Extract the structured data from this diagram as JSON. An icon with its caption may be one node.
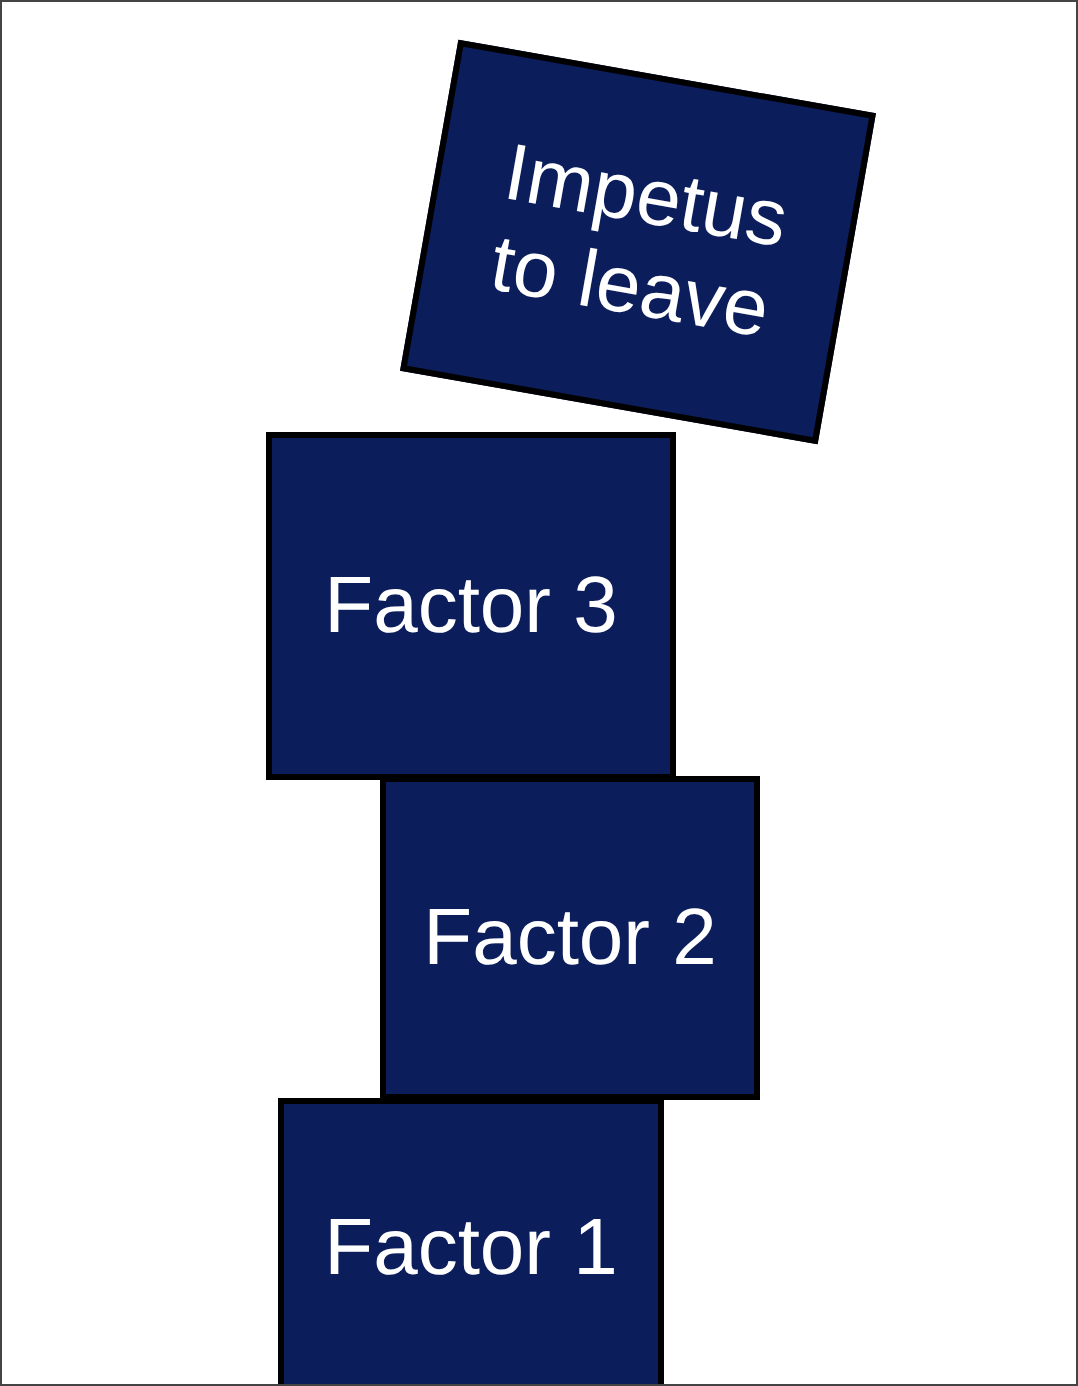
{
  "diagram": {
    "nodes": [
      {
        "text": [
          "Impetus to leave"
        ]
      },
      {
        "text": [
          "Factor 3"
        ]
      },
      {
        "text": [
          "Factor 2"
        ]
      },
      {
        "text": [
          "Factor 1"
        ]
      }
    ]
  }
}
